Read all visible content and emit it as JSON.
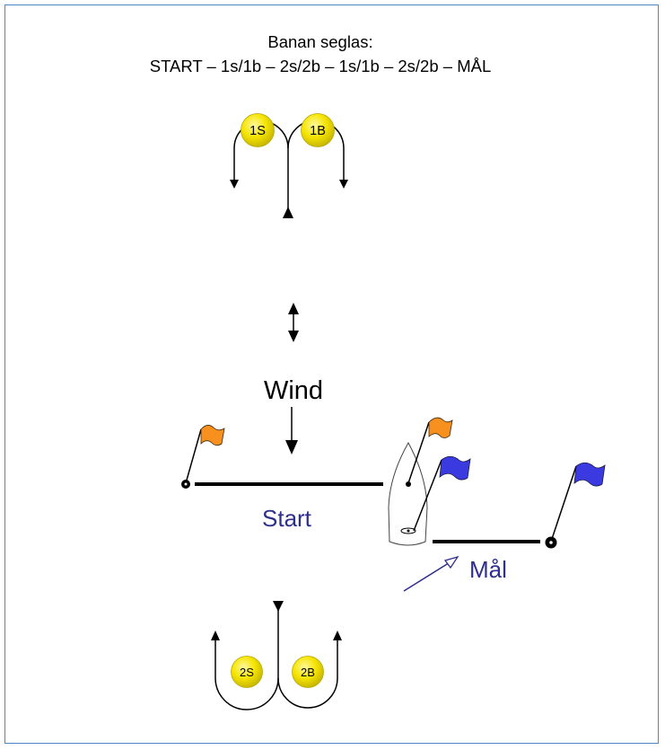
{
  "title": {
    "line1": "Banan seglas:",
    "line2": "START – 1s/1b – 2s/2b – 1s/1b – 2s/2b – MÅL"
  },
  "marks": {
    "top_left": "1S",
    "top_right": "1B",
    "bottom_left": "2S",
    "bottom_right": "2B"
  },
  "labels": {
    "wind": "Wind",
    "start": "Start",
    "finish": "Mål"
  },
  "colors": {
    "buoy": "#f5e400",
    "flag_orange": "#f7901e",
    "flag_blue": "#3a3ae0",
    "label_blue": "#2e2e8c",
    "frame": "#4f86c6"
  }
}
